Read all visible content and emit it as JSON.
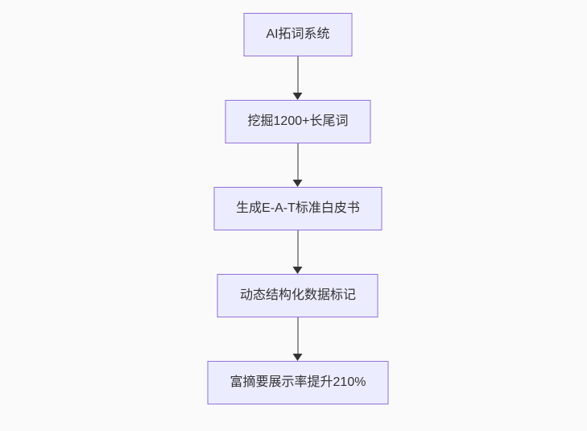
{
  "page": {
    "background": "#fafafa"
  },
  "flowchart": {
    "type": "flowchart",
    "direction": "top-down",
    "node_style": {
      "fill": "#ECECFF",
      "border": "#9370DB",
      "text_color": "#333333"
    },
    "arrow_color": "#333333",
    "nodes": [
      {
        "label": "AI拓词系统"
      },
      {
        "label": "挖掘1200+长尾词"
      },
      {
        "label": "生成E-A-T标准白皮书"
      },
      {
        "label": "动态结构化数据标记"
      },
      {
        "label": "富摘要展示率提升210%"
      }
    ]
  }
}
